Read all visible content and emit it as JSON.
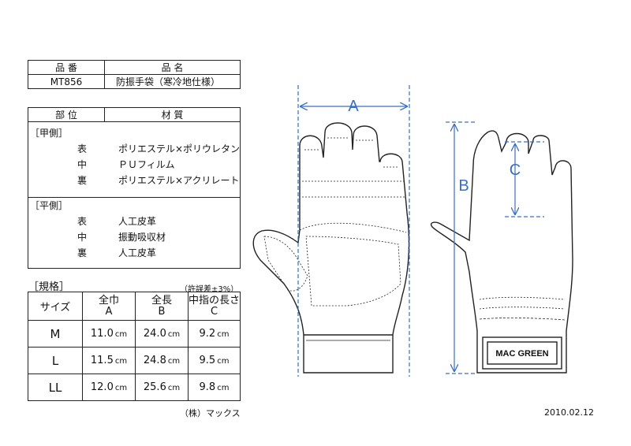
{
  "product_table": {
    "header_code": "品 番",
    "header_name": "品 名",
    "code": "MT856",
    "name": "防振手袋（寒冷地仕様）"
  },
  "material_table": {
    "header_part": "部 位",
    "header_material": "材 質",
    "back_group": "［甲側］",
    "palm_group": "［平側］",
    "back_rows": [
      {
        "part": "表",
        "material": "ポリエステル×ポリウレタン"
      },
      {
        "part": "中",
        "material": "ＰＵフィルム"
      },
      {
        "part": "裏",
        "material": "ポリエステル×アクリレート"
      }
    ],
    "palm_rows": [
      {
        "part": "表",
        "material": "人工皮革"
      },
      {
        "part": "中",
        "material": "振動吸収材"
      },
      {
        "part": "裏",
        "material": "人工皮革"
      }
    ]
  },
  "spec": {
    "title": "［規格］",
    "tolerance": "（許誤差±3%）",
    "headers": {
      "size": "サイズ",
      "width": "全巾",
      "width_code": "A",
      "length": "全長",
      "length_code": "B",
      "finger": "中指の長さ",
      "finger_code": "C"
    },
    "unit": "cm",
    "rows": [
      {
        "size": "M",
        "a": "11.0",
        "b": "24.0",
        "c": "9.2"
      },
      {
        "size": "L",
        "a": "11.5",
        "b": "24.8",
        "c": "9.5"
      },
      {
        "size": "LL",
        "a": "12.0",
        "b": "25.6",
        "c": "9.8"
      }
    ]
  },
  "company": "（株）マックス",
  "date": "2010.02.12",
  "diagram": {
    "label_a": "A",
    "label_b": "B",
    "label_c": "C",
    "brand": "MAC GREEN",
    "dimension_color": "#3a6fc4"
  }
}
